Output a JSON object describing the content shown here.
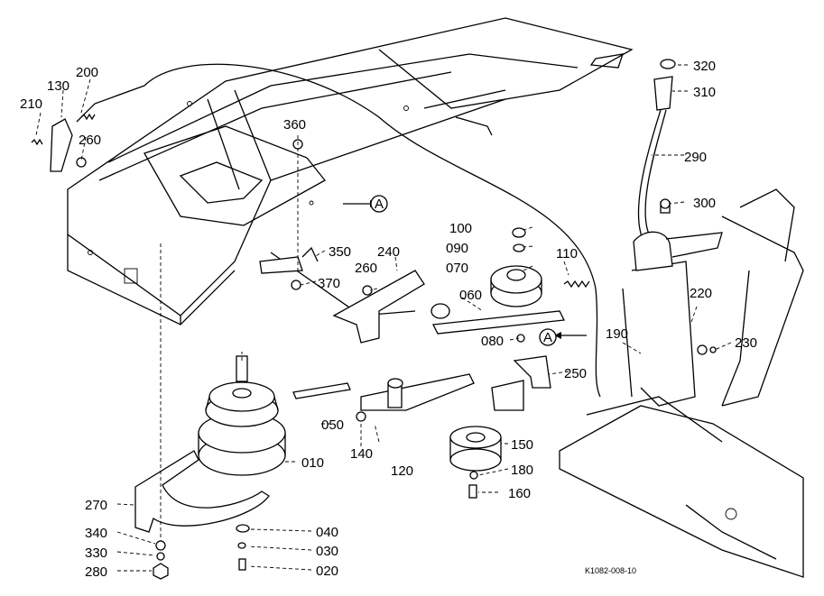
{
  "diagram": {
    "code": "K1082-008-10",
    "ref_marker": "A",
    "parts": [
      {
        "id": "p210",
        "label": "210"
      },
      {
        "id": "p130",
        "label": "130"
      },
      {
        "id": "p200",
        "label": "200"
      },
      {
        "id": "p260a",
        "label": "260"
      },
      {
        "id": "p360",
        "label": "360"
      },
      {
        "id": "p350",
        "label": "350"
      },
      {
        "id": "p370",
        "label": "370"
      },
      {
        "id": "p240",
        "label": "240"
      },
      {
        "id": "p260b",
        "label": "260"
      },
      {
        "id": "p100",
        "label": "100"
      },
      {
        "id": "p090",
        "label": "090"
      },
      {
        "id": "p070",
        "label": "070"
      },
      {
        "id": "p110",
        "label": "110"
      },
      {
        "id": "p060",
        "label": "060"
      },
      {
        "id": "p080",
        "label": "080"
      },
      {
        "id": "p320",
        "label": "320"
      },
      {
        "id": "p310",
        "label": "310"
      },
      {
        "id": "p290",
        "label": "290"
      },
      {
        "id": "p300",
        "label": "300"
      },
      {
        "id": "p220",
        "label": "220"
      },
      {
        "id": "p230",
        "label": "230"
      },
      {
        "id": "p190",
        "label": "190"
      },
      {
        "id": "p250",
        "label": "250"
      },
      {
        "id": "p050",
        "label": "050"
      },
      {
        "id": "p010",
        "label": "010"
      },
      {
        "id": "p140",
        "label": "140"
      },
      {
        "id": "p120",
        "label": "120"
      },
      {
        "id": "p150",
        "label": "150"
      },
      {
        "id": "p180",
        "label": "180"
      },
      {
        "id": "p160",
        "label": "160"
      },
      {
        "id": "p270",
        "label": "270"
      },
      {
        "id": "p340",
        "label": "340"
      },
      {
        "id": "p330",
        "label": "330"
      },
      {
        "id": "p280",
        "label": "280"
      },
      {
        "id": "p040",
        "label": "040"
      },
      {
        "id": "p030",
        "label": "030"
      },
      {
        "id": "p020",
        "label": "020"
      }
    ]
  }
}
